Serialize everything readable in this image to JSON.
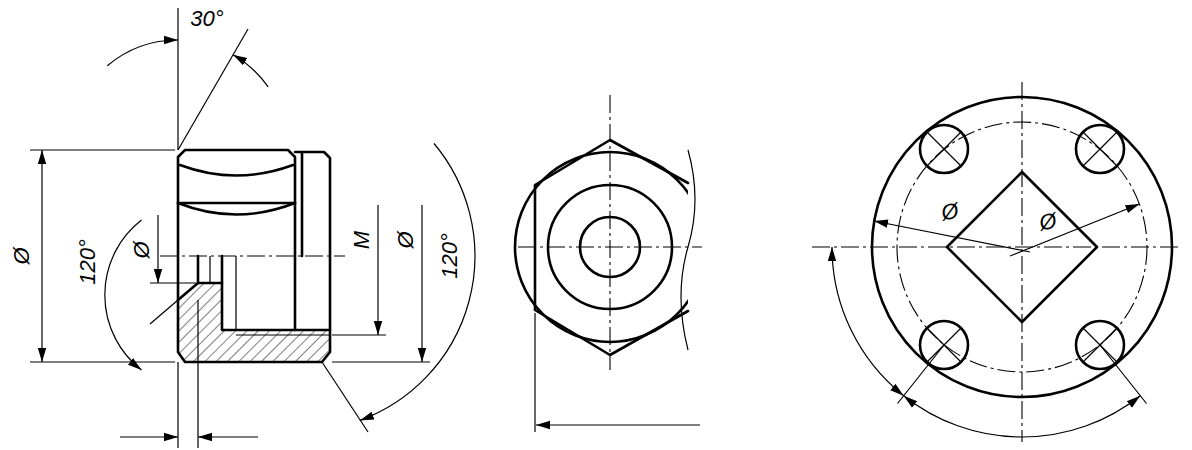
{
  "diagram": {
    "labels": [
      "30°",
      "Ø",
      "120°",
      "Ø",
      "M",
      "Ø",
      "120°",
      "Ø",
      "Ø"
    ]
  }
}
